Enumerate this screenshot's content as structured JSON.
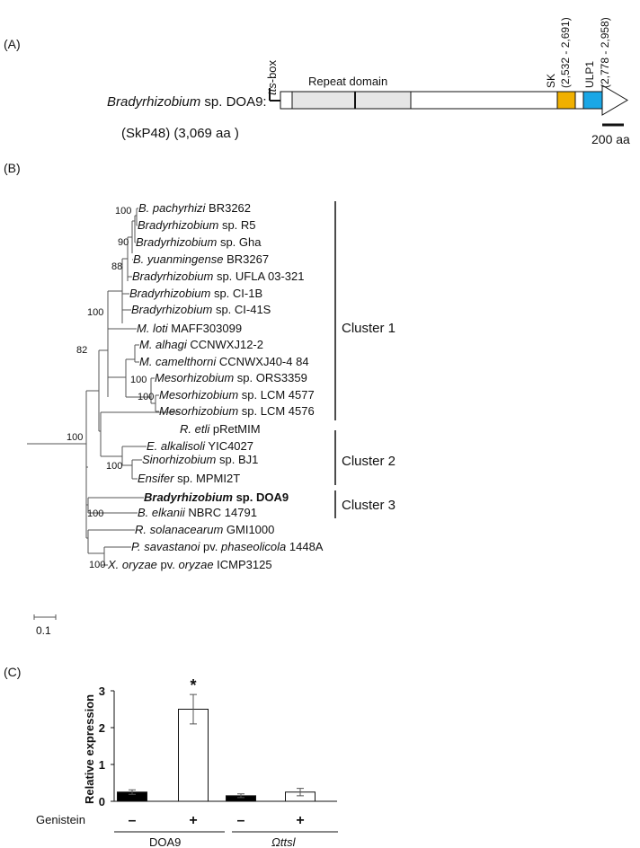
{
  "panelA": {
    "label": "(A)",
    "tts_box_italic": "tts",
    "tts_box_suffix": "-box",
    "organism_italic": "Bradyrhizobium",
    "organism_rest": " sp. DOA9:",
    "protein": "(SkP48) (3,069 aa )",
    "repeat_label": "Repeat domain",
    "sk_name": "SK",
    "sk_range": "(2,532 - 2,691)",
    "ulp1_name": "ULP1",
    "ulp1_range": "(2,778 - 2,958)",
    "scale_label": "200 aa",
    "colors": {
      "sk": "#F0B000",
      "ulp1": "#1AA7E6",
      "repeat": "#E6E6E6"
    }
  },
  "panelB": {
    "label": "(B)",
    "taxa": [
      {
        "it": "B. pachyrhizi",
        "rest": " BR3262"
      },
      {
        "it": "Bradyrhizobium",
        "rest": " sp. R5"
      },
      {
        "it": "Bradyrhizobium",
        "rest": " sp. Gha"
      },
      {
        "it": "B. yuanmingense",
        "rest": " BR3267"
      },
      {
        "it": "Bradyrhizobium",
        "rest": " sp. UFLA 03-321"
      },
      {
        "it": "Bradyrhizobium",
        "rest": " sp. CI-1B"
      },
      {
        "it": "Bradyrhizobium",
        "rest": " sp. CI-41S"
      },
      {
        "it": "M. loti",
        "rest": " MAFF303099"
      },
      {
        "it": "M. alhagi",
        "rest": " CCNWXJ12-2"
      },
      {
        "it": "M. camelthorni",
        "rest": " CCNWXJ40-4 84"
      },
      {
        "it": "Mesorhizobium",
        "rest": " sp. ORS3359"
      },
      {
        "it": "Mesorhizobium",
        "rest": " sp. LCM 4577"
      },
      {
        "it": "Mesorhizobium",
        "rest": " sp. LCM 4576"
      },
      {
        "it": "R. etli",
        "rest": " pRetMIM"
      },
      {
        "it": "E. alkalisoli",
        "rest": " YIC4027"
      },
      {
        "it": "Sinorhizobium",
        "rest": " sp. BJ1"
      },
      {
        "it": "Ensifer",
        "rest": " sp. MPMI2T"
      },
      {
        "it": "Bradyrhizobium",
        "rest": " sp. DOA9"
      },
      {
        "it": "B. elkanii",
        "rest": " NBRC 14791"
      },
      {
        "it": "R. solanacearum",
        "rest": " GMI1000"
      },
      {
        "it": "P. savastanoi",
        "rest": " pv. "
      },
      {
        "it": "X. oryzae",
        "rest": " pv. "
      }
    ],
    "taxon20_it2": "phaseolicola",
    "taxon20_rest2": " 1448A",
    "taxon21_it2": "oryzae",
    "taxon21_rest2": " ICMP3125",
    "bootstrap": [
      "100",
      "90",
      "88",
      "100",
      "100",
      "100",
      "82",
      "100",
      "100",
      "100",
      "100"
    ],
    "clusters": [
      "Cluster 1",
      "Cluster 2",
      "Cluster 3"
    ],
    "scale_label": "0.1"
  },
  "panelC": {
    "label": "(C)",
    "chart_data": {
      "type": "bar",
      "ylabel": "Relative expression",
      "ylim": [
        0,
        3
      ],
      "yticks": [
        "0",
        "1",
        "2",
        "3"
      ],
      "factor_label": "Genistein",
      "categories": [
        "–",
        "+",
        "–",
        "+"
      ],
      "groups": [
        {
          "it": "",
          "rest": "DOA9"
        },
        {
          "it": "Ωttsl",
          "rest": ""
        }
      ],
      "values": [
        0.25,
        2.5,
        0.15,
        0.25
      ],
      "errors": [
        0.06,
        0.4,
        0.05,
        0.1
      ],
      "fills": [
        "#000000",
        "#ffffff",
        "#000000",
        "#ffffff"
      ],
      "significance": [
        "",
        "*",
        "",
        ""
      ]
    }
  }
}
